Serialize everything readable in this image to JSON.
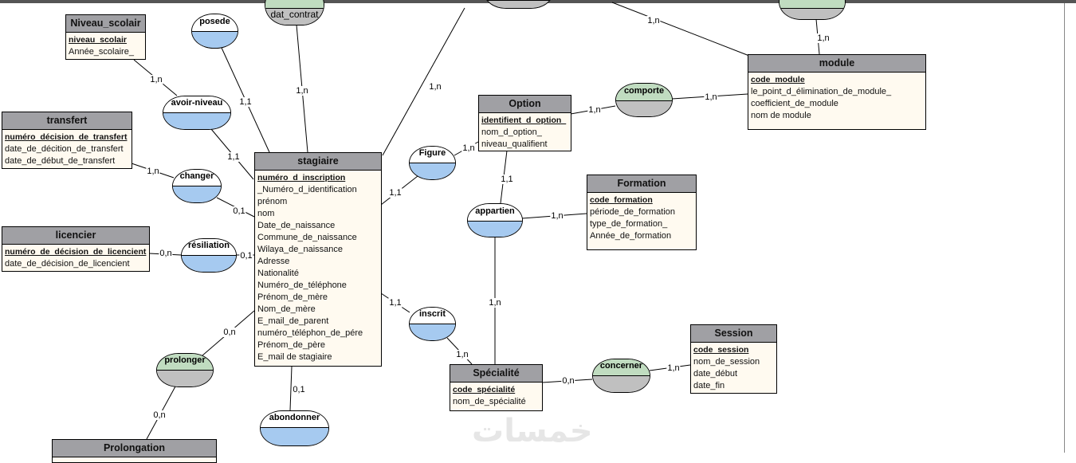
{
  "entities": [
    {
      "id": "niveau",
      "name": "Niveau_scolair",
      "key": "niveau_scolair",
      "attributes": [
        "Année_scolaire_"
      ]
    },
    {
      "id": "transfert",
      "name": "transfert",
      "key": "numéro_décision_de_transfert",
      "attributes": [
        "date_de_décition_de_transfert",
        "date_de_début_de_transfert"
      ]
    },
    {
      "id": "licencier",
      "name": "licencier",
      "key": "numéro_de_décision_de_licencient",
      "attributes": [
        "date_de_décision_de_licencient"
      ]
    },
    {
      "id": "stagiaire",
      "name": "stagiaire",
      "key": "numéro_d_inscription",
      "attributes": [
        "_Numéro_d_identification",
        "prénom",
        "nom",
        "Date_de_naissance",
        "Commune_de_naissance",
        "Wilaya_de_naissance",
        "Adresse",
        "Nationalité",
        "Numéro_de_téléphone",
        "Prénom_de_mère",
        "Nom_de_mère",
        "E_mail_de_parent",
        "numéro_téléphon_de_pére",
        "Prénom_de_père",
        "E_mail de stagiaire"
      ]
    },
    {
      "id": "option",
      "name": "Option",
      "key": "identifient_d_option_",
      "attributes": [
        "nom_d_option_",
        "niveau_qualifient"
      ]
    },
    {
      "id": "module",
      "name": "module",
      "key": "code_module",
      "attributes": [
        "le_point_d_élimination_de_module_",
        "coefficient_de_module",
        "nom de module"
      ]
    },
    {
      "id": "formation",
      "name": "Formation",
      "key": "code_formation",
      "attributes": [
        "période_de_formation",
        "type_de_formation_",
        "Année_de_formation"
      ]
    },
    {
      "id": "specialite",
      "name": "Spécialité",
      "key": "code_spécialité",
      "attributes": [
        "nom_de_spécialité"
      ]
    },
    {
      "id": "session",
      "name": "Session",
      "key": "code_session",
      "attributes": [
        "nom_de_session",
        "date_début",
        "date_fin"
      ]
    },
    {
      "id": "prolongation",
      "name": "Prolongation",
      "key": "",
      "attributes": []
    }
  ],
  "associations": [
    {
      "id": "posede",
      "name": "posede",
      "attributes": [],
      "style": "plain"
    },
    {
      "id": "contrat",
      "name": "",
      "attributes": [
        "dat_contrat"
      ],
      "style": "data"
    },
    {
      "id": "topmid",
      "name": "",
      "attributes": [],
      "style": "data"
    },
    {
      "id": "topright",
      "name": "",
      "attributes": [],
      "style": "data"
    },
    {
      "id": "avoir",
      "name": "avoir-niveau",
      "attributes": [],
      "style": "plain"
    },
    {
      "id": "changer",
      "name": "changer",
      "attributes": [],
      "style": "plain"
    },
    {
      "id": "resiliation",
      "name": "résiliation",
      "attributes": [],
      "style": "plain"
    },
    {
      "id": "prolonger",
      "name": "prolonger",
      "attributes": [],
      "style": "data"
    },
    {
      "id": "abondonner",
      "name": "abondonner",
      "attributes": [],
      "style": "plain"
    },
    {
      "id": "figure",
      "name": "Figure",
      "attributes": [],
      "style": "plain"
    },
    {
      "id": "comporte",
      "name": "comporte",
      "attributes": [],
      "style": "data"
    },
    {
      "id": "appartien",
      "name": "appartien",
      "attributes": [],
      "style": "plain"
    },
    {
      "id": "inscrit",
      "name": "inscrit",
      "attributes": [],
      "style": "plain"
    },
    {
      "id": "concerner",
      "name": "concerner",
      "attributes": [],
      "style": "data"
    }
  ],
  "links": [
    {
      "from": "niveau",
      "to": "avoir",
      "cardinality": "1,n"
    },
    {
      "from": "stagiaire",
      "to": "posede",
      "cardinality": "1,1"
    },
    {
      "from": "stagiaire",
      "to": "contrat",
      "cardinality": "1,n"
    },
    {
      "from": "stagiaire",
      "to": "avoir",
      "cardinality": "1,1"
    },
    {
      "from": "transfert",
      "to": "changer",
      "cardinality": "1,n"
    },
    {
      "from": "stagiaire",
      "to": "changer",
      "cardinality": "0,1"
    },
    {
      "from": "licencier",
      "to": "resiliation",
      "cardinality": "0,n"
    },
    {
      "from": "stagiaire",
      "to": "resiliation",
      "cardinality": "0,1"
    },
    {
      "from": "stagiaire",
      "to": "prolonger",
      "cardinality": "0,n"
    },
    {
      "from": "prolongation",
      "to": "prolonger",
      "cardinality": "0,n"
    },
    {
      "from": "stagiaire",
      "to": "abondonner",
      "cardinality": "0,1"
    },
    {
      "from": "stagiaire",
      "to": "topmid",
      "cardinality": "1,n"
    },
    {
      "from": "module",
      "to": "topmid",
      "cardinality": "1,n"
    },
    {
      "from": "module",
      "to": "topright",
      "cardinality": "1,n"
    },
    {
      "from": "stagiaire",
      "to": "figure",
      "cardinality": "1,1"
    },
    {
      "from": "option",
      "to": "figure",
      "cardinality": "1,n"
    },
    {
      "from": "option",
      "to": "comporte",
      "cardinality": "1,n"
    },
    {
      "from": "module",
      "to": "comporte",
      "cardinality": "1,n"
    },
    {
      "from": "option",
      "to": "appartien",
      "cardinality": "1,1"
    },
    {
      "from": "formation",
      "to": "appartien",
      "cardinality": "1,n"
    },
    {
      "from": "specialite",
      "to": "appartien",
      "cardinality": "1,n"
    },
    {
      "from": "stagiaire",
      "to": "inscrit",
      "cardinality": "1,1"
    },
    {
      "from": "specialite",
      "to": "inscrit",
      "cardinality": "1,n"
    },
    {
      "from": "specialite",
      "to": "concerner",
      "cardinality": "0,n"
    },
    {
      "from": "session",
      "to": "concerner",
      "cardinality": "1,n"
    }
  ],
  "colors": {
    "entity_header": "#a0a0a4",
    "entity_body": "#fffaf0",
    "assoc_blue": "#a6caf0",
    "assoc_green": "#c0dcc0",
    "assoc_gray": "#c0c0c0"
  },
  "watermark": "خمسات"
}
